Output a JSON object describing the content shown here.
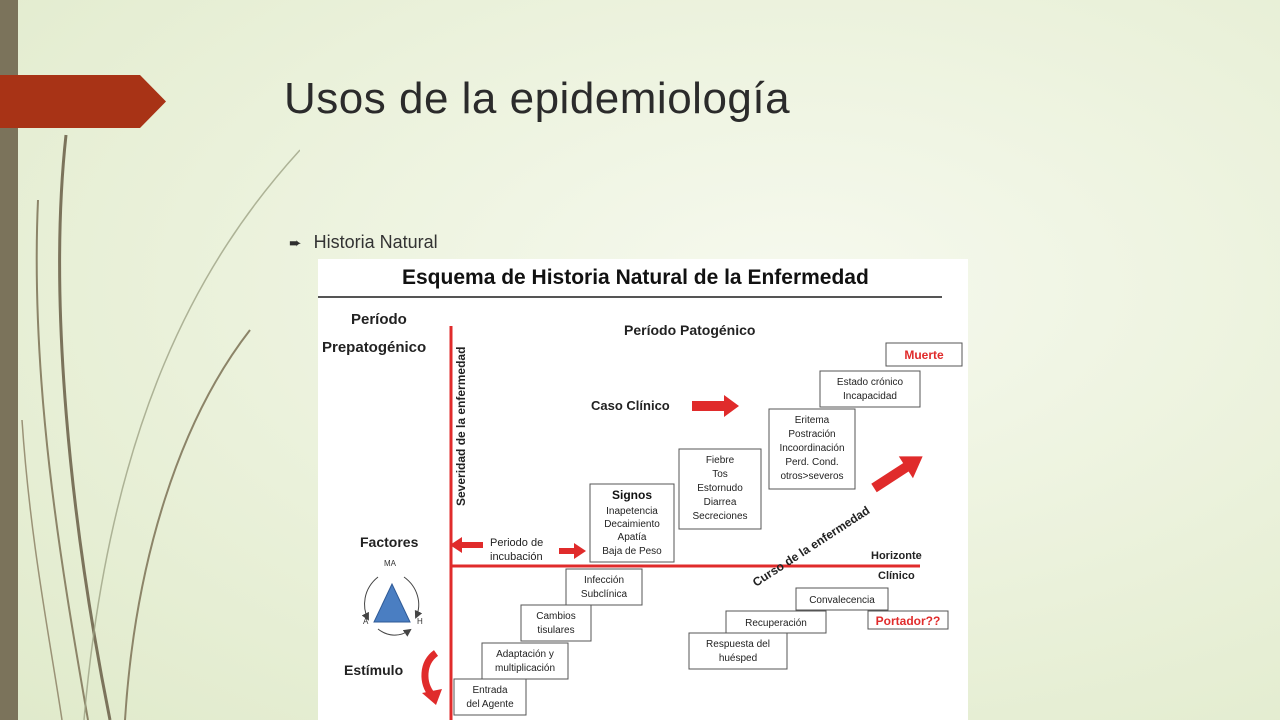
{
  "slide": {
    "title": "Usos de la epidemiología",
    "bullet": "Historia Natural"
  },
  "colors": {
    "accent": "#a83316",
    "sidebar": "#7b735b",
    "diagram_red": "#e02b2b"
  },
  "diagram": {
    "title": "Esquema de Historia Natural de la Enfermedad",
    "prepatogenico": [
      "Período",
      "Prepatogénico"
    ],
    "patogenico": "Período Patogénico",
    "vertical_axis": "Severidad de la enfermedad",
    "curso": "Curso de la enfermedad",
    "horizonte": [
      "Horizonte",
      "Clínico"
    ],
    "caso_clinico": "Caso Clínico",
    "factores": "Factores",
    "triangle_labels": {
      "top": "MA",
      "left": "A",
      "right": "H"
    },
    "estimulo": "Estímulo",
    "incubacion": [
      "Periodo de",
      "incubación"
    ],
    "signos": {
      "heading": "Signos",
      "items": [
        "Inapetencia",
        "Decaimiento",
        "Apatía",
        "Baja de Peso"
      ]
    },
    "fiebre": [
      "Fiebre",
      "Tos",
      "Estornudo",
      "Diarrea",
      "Secreciones"
    ],
    "eritema": [
      "Eritema",
      "Postración",
      "Incoordinación",
      "Perd. Cond.",
      "otros>severos"
    ],
    "estado_cronico": [
      "Estado crónico",
      "Incapacidad"
    ],
    "muerte": "Muerte",
    "entrada": [
      "Entrada",
      "del Agente"
    ],
    "adaptacion": [
      "Adaptación y",
      "multiplicación"
    ],
    "cambios": [
      "Cambios",
      "tisulares"
    ],
    "infeccion": [
      "Infección",
      "Subclínica"
    ],
    "convalecencia": "Convalecencia",
    "recuperacion": "Recuperación",
    "respuesta": [
      "Respuesta del",
      "huésped"
    ],
    "portador": "Portador??"
  }
}
